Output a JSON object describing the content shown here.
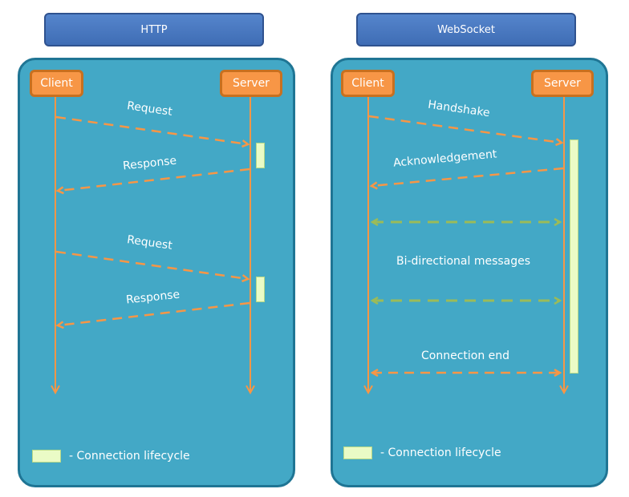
{
  "http": {
    "title": "HTTP",
    "client": "Client",
    "server": "Server",
    "messages": [
      "Request",
      "Response",
      "Request",
      "Response"
    ],
    "legend": "- Connection lifecycle"
  },
  "websocket": {
    "title": "WebSocket",
    "client": "Client",
    "server": "Server",
    "messages": [
      "Handshake",
      "Acknowledgement",
      "Bi-directional messages",
      "Connection end"
    ],
    "legend": "- Connection lifecycle"
  },
  "colors": {
    "panel": "#43a8c6",
    "title": "#4472c4",
    "actor": "#f79646",
    "arrow_orange": "#f79646",
    "arrow_green": "#9bbb59",
    "lifecycle": "#eafbc6"
  }
}
